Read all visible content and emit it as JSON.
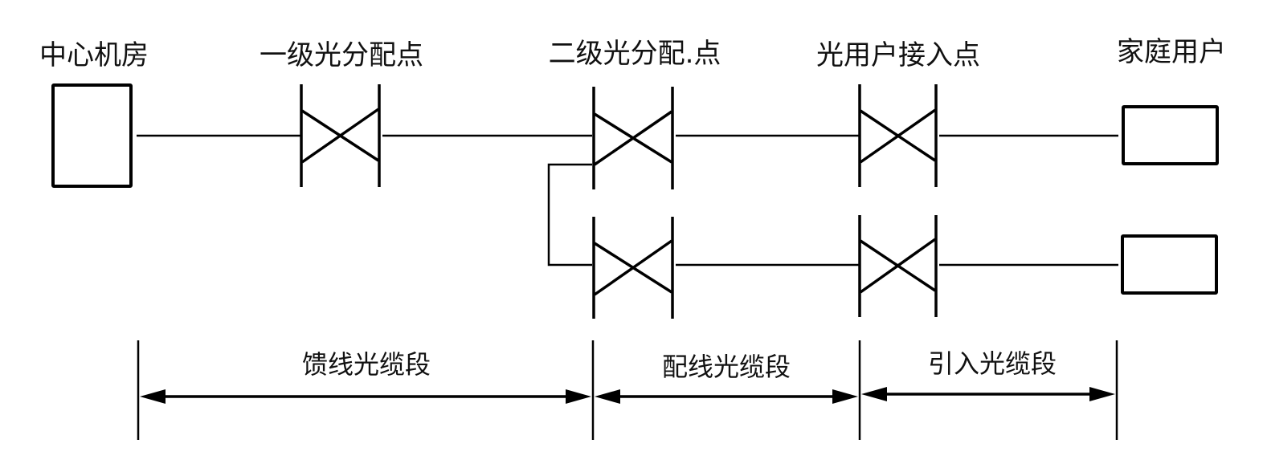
{
  "diagram": {
    "type": "fiber-network-topology",
    "line_color": "#000000",
    "background": "#ffffff",
    "nodes": [
      {
        "id": "central-office",
        "label": "中心机房",
        "shape": "rectangle"
      },
      {
        "id": "level1-splitter",
        "label": "一级光分配点",
        "shape": "splitter"
      },
      {
        "id": "level2-splitter",
        "label": "二级光分配.点",
        "shape": "splitter"
      },
      {
        "id": "user-access-point",
        "label": "光用户接入点",
        "shape": "splitter"
      },
      {
        "id": "home-user",
        "label": "家庭用户",
        "shape": "rectangle"
      }
    ],
    "branches": [
      {
        "path": [
          "central-office",
          "level1-splitter",
          "level2-splitter",
          "user-access-point",
          "home-user"
        ]
      },
      {
        "path": [
          "level2-splitter",
          "level2-splitter-b",
          "user-access-point-b",
          "home-user-b"
        ]
      }
    ],
    "segments": [
      {
        "label": "馈线光缆段",
        "from": "central-office",
        "to": "level2-splitter"
      },
      {
        "label": "配线光缆段",
        "from": "level2-splitter",
        "to": "user-access-point"
      },
      {
        "label": "引入光缆段",
        "from": "user-access-point",
        "to": "home-user"
      }
    ]
  }
}
